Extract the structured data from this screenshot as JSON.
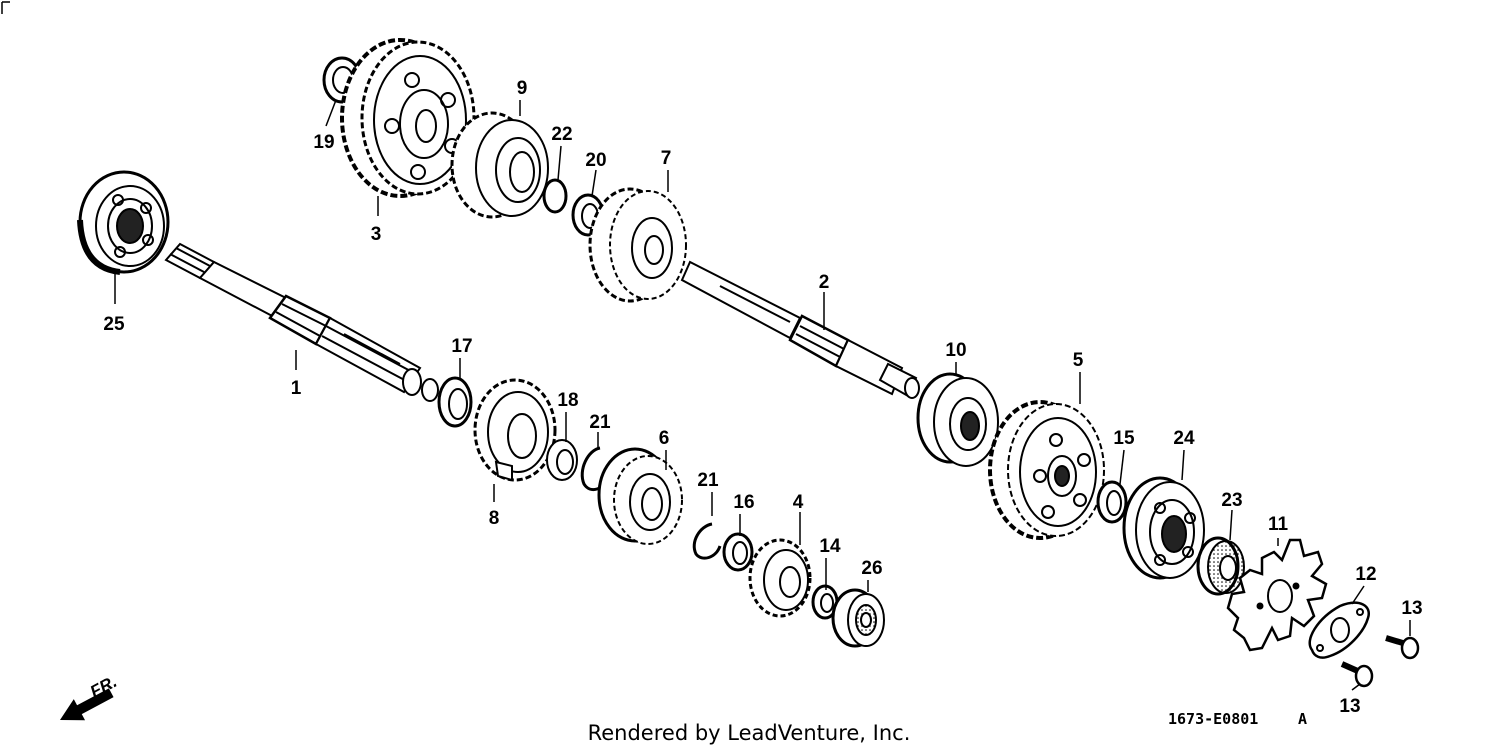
{
  "diagram": {
    "callouts": [
      "1",
      "2",
      "3",
      "4",
      "5",
      "6",
      "7",
      "8",
      "9",
      "10",
      "11",
      "12",
      "13",
      "13",
      "14",
      "15",
      "16",
      "17",
      "18",
      "19",
      "20",
      "21",
      "21",
      "22",
      "23",
      "24",
      "25",
      "26"
    ],
    "direction_label": "FR.",
    "part_code": "1673-E0801",
    "revision": "A",
    "credit": "Rendered by LeadVenture, Inc."
  }
}
